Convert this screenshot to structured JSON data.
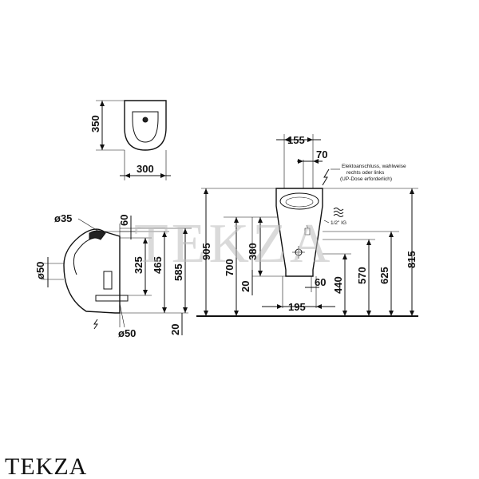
{
  "drawing": {
    "top_view": {
      "depth": "350",
      "width": "300"
    },
    "front_view": {
      "dims": [
        "155",
        "70",
        "905",
        "700",
        "380",
        "20",
        "60",
        "195",
        "440",
        "570",
        "625",
        "815"
      ],
      "note_lines": [
        "Elektoanschluss, wahlweise",
        "rechts oder links",
        "(UP-Dose erforderlich)"
      ],
      "pipe_label": "1/2\" IG"
    },
    "side_view": {
      "dims": [
        "ø35",
        "60",
        "325",
        "465",
        "585",
        "ø50",
        "ø50",
        "20"
      ]
    }
  },
  "watermark": "TEKZA",
  "brand": "TEKZA"
}
